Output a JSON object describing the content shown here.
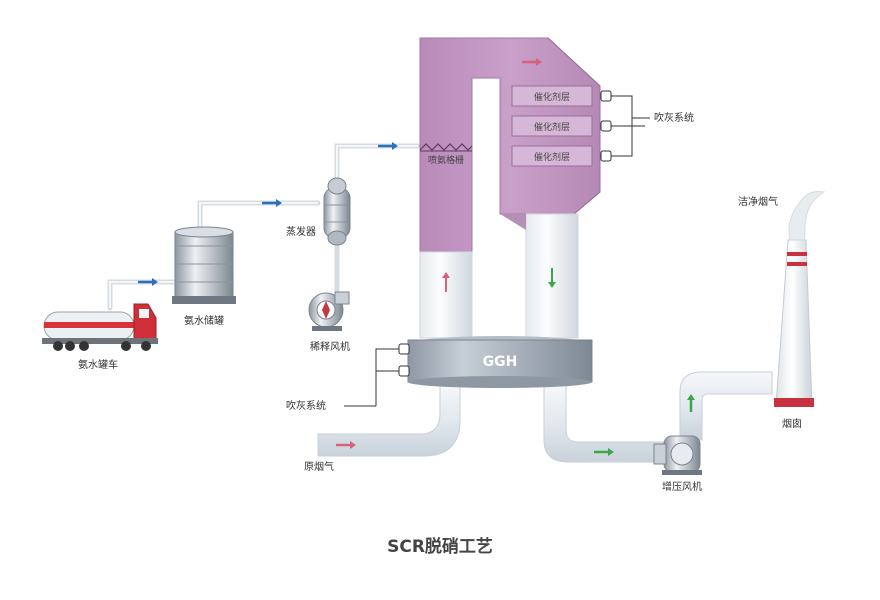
{
  "title": "SCR脱硝工艺",
  "labels": {
    "tanker": "氨水罐车",
    "storage_tank": "氨水储罐",
    "evaporator": "蒸发器",
    "dilution_fan": "稀释风机",
    "ammonia_grid": "喷氨格栅",
    "catalyst_layers": [
      "催化剂层",
      "催化剂层",
      "催化剂层"
    ],
    "soot_blower_top": "吹灰系统",
    "soot_blower_bottom": "吹灰系统",
    "ggh": "GGH",
    "raw_flue_gas": "原烟气",
    "booster_fan": "增压风机",
    "chimney": "烟囱",
    "clean_flue_gas": "洁净烟气"
  },
  "colors": {
    "reactor": "#c69bc6",
    "reactor_dark": "#a97aaa",
    "pipe": "#e9eef2",
    "arrow_blue": "#2a6fb8",
    "arrow_green": "#3aa84a",
    "arrow_pink": "#d8607a",
    "chimney_band": "#c8323e"
  }
}
